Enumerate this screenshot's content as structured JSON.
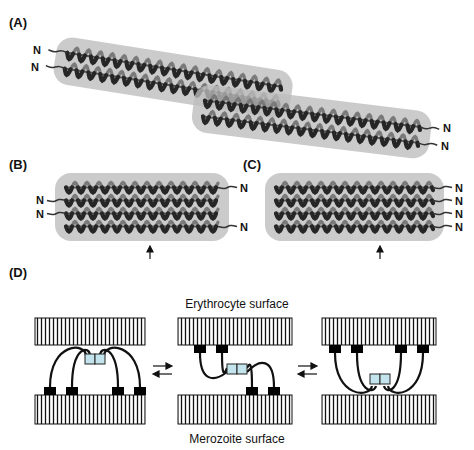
{
  "diagram": {
    "labels": [
      "(A)",
      "N",
      "N",
      "N",
      "N",
      "(B)",
      "N",
      "N",
      "N",
      "N",
      "(C)",
      "N",
      "N",
      "N",
      "N",
      "(D)",
      "Erythrocyte surface",
      "Merozoite surface"
    ]
  }
}
